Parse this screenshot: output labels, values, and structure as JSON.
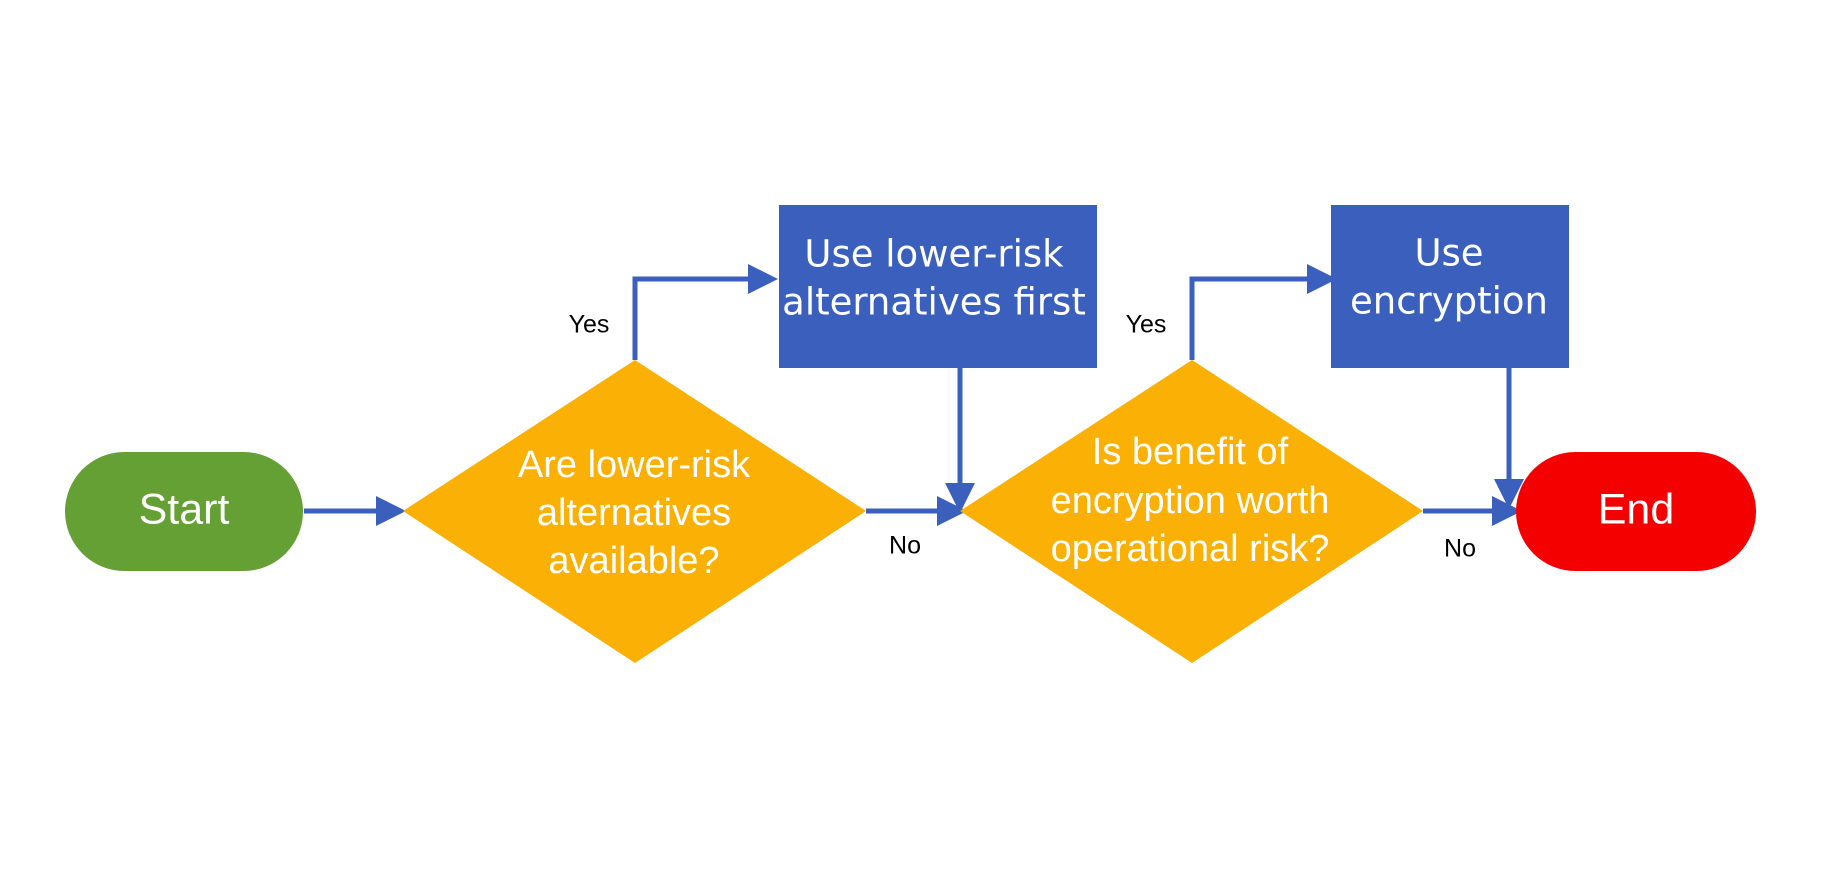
{
  "colors": {
    "start_fill": "#64A033",
    "end_fill": "#F50000",
    "decision_fill": "#FAB005",
    "process_fill": "#3A5FBD",
    "arrow": "#3A5FBD",
    "node_text": "#FFFFFF",
    "label_text": "#000000"
  },
  "nodes": {
    "start": {
      "shape": "terminator",
      "label": "Start"
    },
    "decision_alternatives": {
      "shape": "decision",
      "lines": [
        "Are lower-risk",
        "alternatives",
        "available?"
      ]
    },
    "process_alternatives": {
      "shape": "process",
      "lines": [
        "Use lower-risk",
        "alternatives first"
      ]
    },
    "decision_benefit": {
      "shape": "decision",
      "lines": [
        "Is benefit of",
        "encryption worth",
        "operational risk?"
      ]
    },
    "process_encryption": {
      "shape": "process",
      "lines": [
        "Use",
        "encryption"
      ]
    },
    "end": {
      "shape": "terminator",
      "label": "End"
    }
  },
  "edges": [
    {
      "from": "start",
      "to": "decision_alternatives",
      "label": ""
    },
    {
      "from": "decision_alternatives",
      "to": "process_alternatives",
      "label": "Yes"
    },
    {
      "from": "decision_alternatives",
      "to": "decision_benefit",
      "label": "No"
    },
    {
      "from": "process_alternatives",
      "to": "decision_benefit",
      "label": ""
    },
    {
      "from": "decision_benefit",
      "to": "process_encryption",
      "label": "Yes"
    },
    {
      "from": "decision_benefit",
      "to": "end",
      "label": "No"
    },
    {
      "from": "process_encryption",
      "to": "end",
      "label": ""
    }
  ]
}
